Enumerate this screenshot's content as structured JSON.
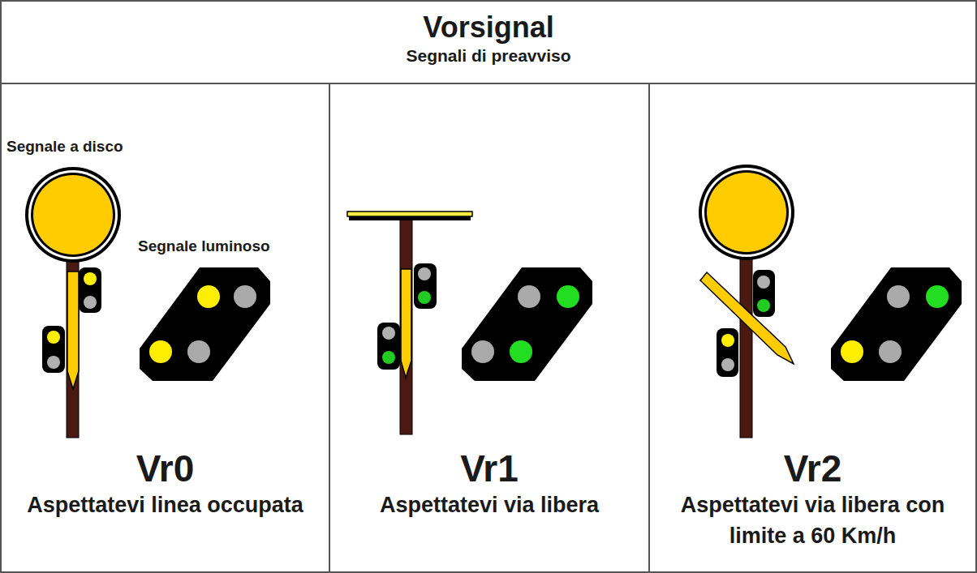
{
  "diagram": {
    "nodes": [
      {
        "text": [
          "Vorsignal",
          "Segnali di preavviso"
        ]
      },
      {
        "text": [
          "Vr0",
          "Aspettatevi linea occupata"
        ]
      },
      {
        "text": [
          "Vr1",
          "Aspettatevi via libera"
        ]
      },
      {
        "text": [
          "Vr2",
          "Aspettatevi via libera con limite a 60 Km/h"
        ]
      }
    ],
    "labels": [
      "Segnale a disco",
      "Segnale luminoso"
    ]
  }
}
